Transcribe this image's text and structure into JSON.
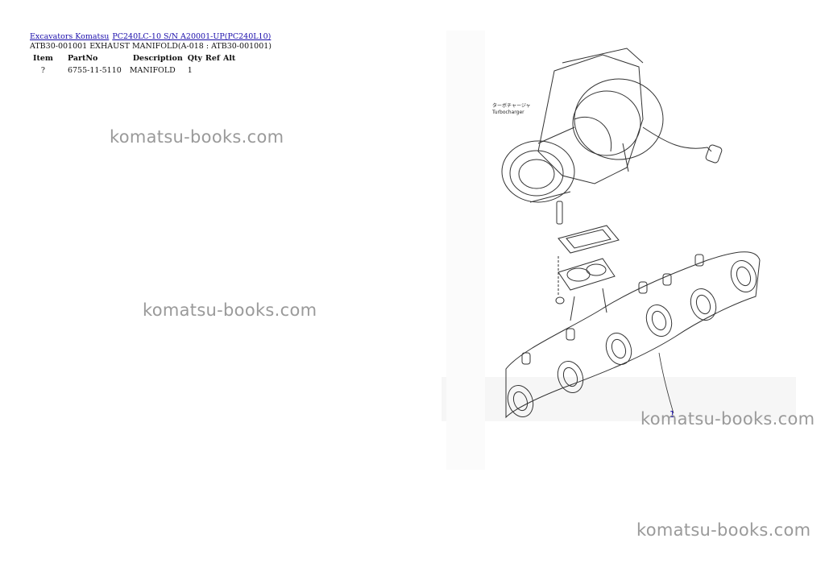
{
  "breadcrumb": {
    "link1": "Excavators Komatsu",
    "link2": "PC240LC-10 S/N A20001-UP(PC240L10)"
  },
  "subtitle": "ATB30-001001 EXHAUST MANIFOLD(A-018 : ATB30-001001)",
  "table": {
    "headers": [
      "Item",
      "PartNo",
      "Description",
      "Qty",
      "Ref",
      "Alt"
    ],
    "rows": [
      {
        "item": "?",
        "partno": "6755-11-5110",
        "description": "MANIFOLD",
        "qty": "1",
        "ref": "",
        "alt": ""
      }
    ]
  },
  "watermarks": [
    "komatsu-books.com",
    "komatsu-books.com",
    "komatsu-books.com",
    "komatsu-books.com"
  ],
  "diagram": {
    "callout": "1",
    "label_jp": "ターボチャージャ",
    "label_en": "Turbocharger"
  }
}
